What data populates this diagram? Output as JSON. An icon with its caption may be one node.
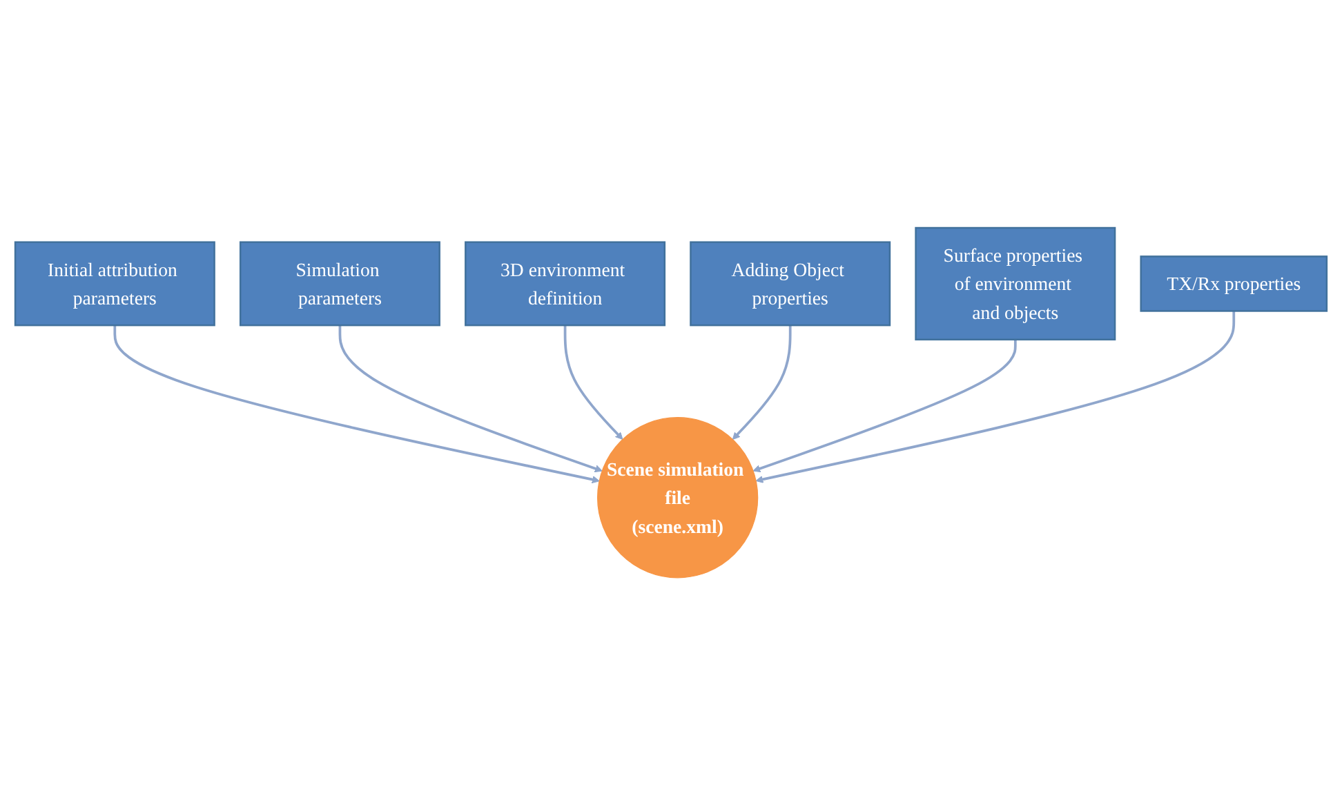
{
  "diagram": {
    "nodes": [
      {
        "text": [
          "Initial attribution parameters"
        ]
      },
      {
        "text": [
          "Simulation parameters"
        ]
      },
      {
        "text": [
          "3D environment definition"
        ]
      },
      {
        "text": [
          "Adding Object properties"
        ]
      },
      {
        "text": [
          "Surface properties of environment and objects"
        ]
      },
      {
        "text": [
          "TX/Rx properties"
        ]
      },
      {
        "text": [
          "Scene simulation file",
          "(scene.xml)"
        ]
      }
    ],
    "edges": [
      {
        "from": 0,
        "to": 6,
        "arrow": "to"
      },
      {
        "from": 1,
        "to": 6,
        "arrow": "to"
      },
      {
        "from": 2,
        "to": 6,
        "arrow": "to"
      },
      {
        "from": 3,
        "to": 6,
        "arrow": "to"
      },
      {
        "from": 4,
        "to": 6,
        "arrow": "to"
      },
      {
        "from": 5,
        "to": 6,
        "arrow": "to"
      }
    ]
  }
}
